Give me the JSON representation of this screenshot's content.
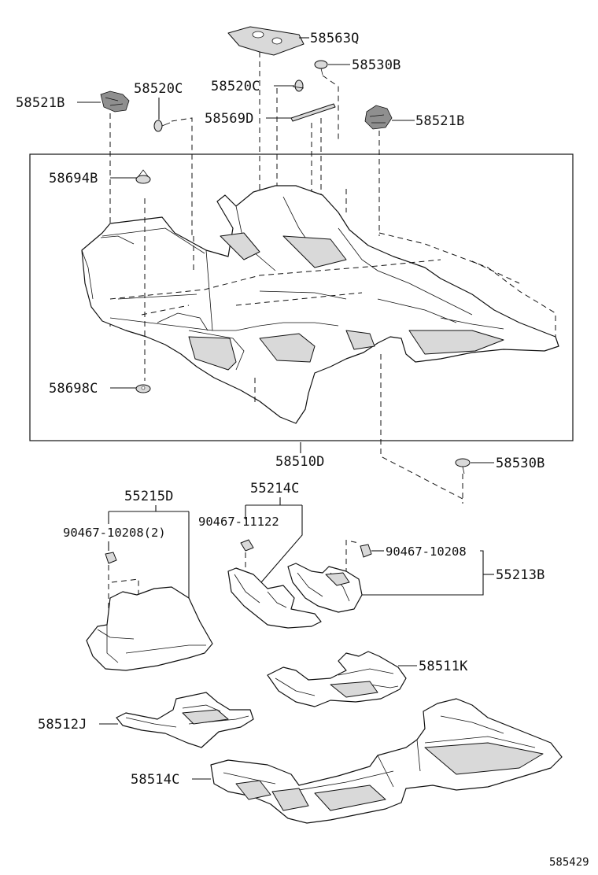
{
  "labels": {
    "p58563q": "58563Q",
    "p58530b_top": "58530B",
    "p58521b_left": "58521B",
    "p58520c_left": "58520C",
    "p58520c_right": "58520C",
    "p58569d": "58569D",
    "p58521b_right": "58521B",
    "p58694b": "58694B",
    "p58698c": "58698C",
    "p58510d": "58510D",
    "p58530b_bottom": "58530B",
    "p55215d": "55215D",
    "p90467_10208_2": "90467-10208(2)",
    "p55214c": "55214C",
    "p90467_11122": "90467-11122",
    "p90467_10208": "90467-10208",
    "p55213b": "55213B",
    "p58511k": "58511K",
    "p58512j": "58512J",
    "p58514c": "58514C"
  },
  "figure_number": "585429"
}
